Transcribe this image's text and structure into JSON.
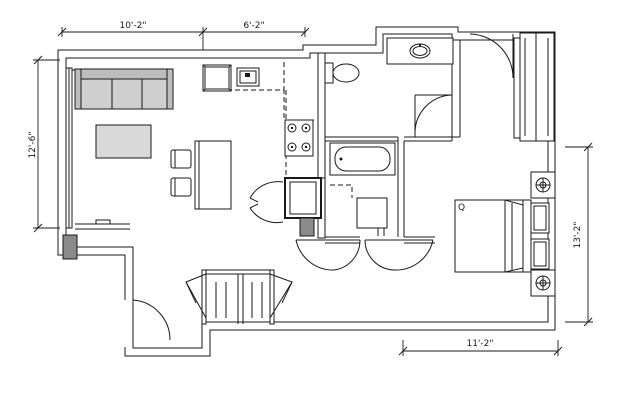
{
  "dimensions": {
    "top_left": "10'-2\"",
    "top_mid": "6'-2\"",
    "left": "12'-6\"",
    "right": "13'-2\"",
    "bottom": "11'-2\""
  },
  "bed_label": "Q",
  "colors": {
    "line": "#1a1a1a",
    "sofa_fill": "#cfcfcf",
    "table_fill": "#d9d9d9",
    "appliance_fill": "#8a8a8a",
    "background": "#ffffff"
  }
}
